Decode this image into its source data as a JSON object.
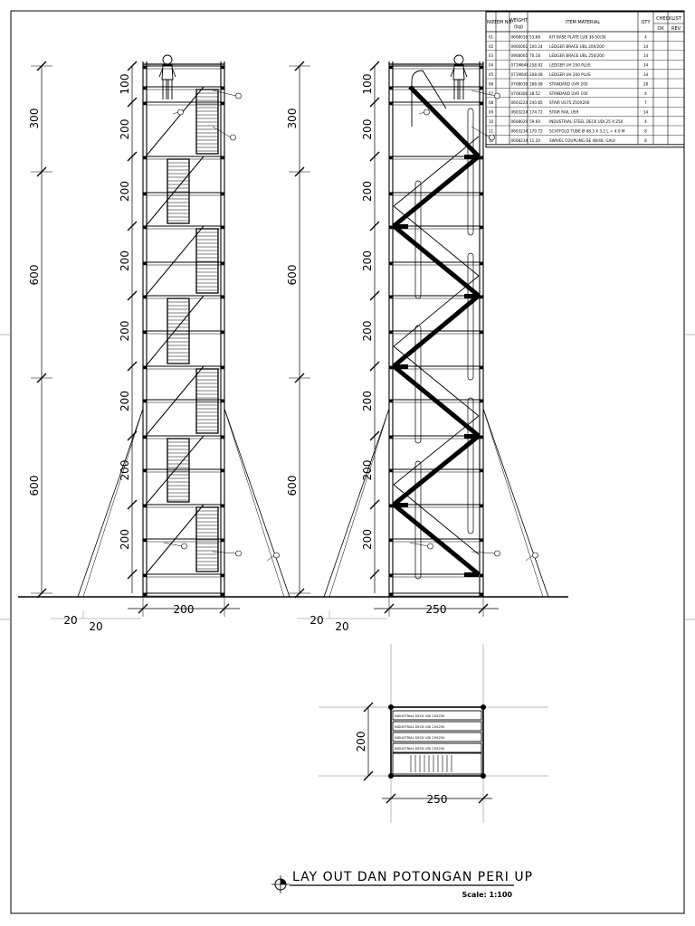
{
  "bom": {
    "headers": {
      "no": "NO.",
      "item_no": "ITEM NO.",
      "weight": "WEIGHT",
      "weight_unit": "(kg)",
      "item_material": "ITEM MATERIAL",
      "qty": "QTY",
      "checklist": "CHECKLIST",
      "ok": "OK",
      "rev": "REV"
    },
    "rows": [
      {
        "no": "01",
        "item": "0608016",
        "weight": "53.68",
        "material": "KIT BASE PLATE LUB 38-50/30",
        "qty": "4"
      },
      {
        "no": "02",
        "item": "0900061",
        "weight": "100.24",
        "material": "LEDGER BRACE UBL 200/200",
        "qty": "14"
      },
      {
        "no": "03",
        "item": "0908065",
        "weight": "70.18",
        "material": "LEDGER BRACE UBL 250/200",
        "qty": "14"
      },
      {
        "no": "04",
        "item": "071M648",
        "weight": "258.92",
        "material": "LEDGER UH 250 PLUS",
        "qty": "34"
      },
      {
        "no": "05",
        "item": "071M645",
        "weight": "208.08",
        "material": "LEDGER UH 200 PLUS",
        "qty": "34"
      },
      {
        "no": "06",
        "item": "0708039",
        "weight": "288.08",
        "material": "STANDARD UVR 200",
        "qty": "28"
      },
      {
        "no": "07",
        "item": "0708306",
        "weight": "28.52",
        "material": "STANDARD UVR 100",
        "qty": "4"
      },
      {
        "no": "08",
        "item": "0603224",
        "weight": "240.85",
        "material": "STAIR US75 250X200",
        "qty": "7"
      },
      {
        "no": "09",
        "item": "0603224",
        "weight": "174.72",
        "material": "STAIR RAIL USR",
        "qty": "14"
      },
      {
        "no": "10",
        "item": "0608029",
        "weight": "59.60",
        "material": "INDUSTRIAL STEEL DECK UDI 25 X 250",
        "qty": "4"
      },
      {
        "no": "11",
        "item": "0603234",
        "weight": "170.72",
        "material": "SCAFFOLD TUBE Ø 48.3 X 3.2 L = 4.0 M",
        "qty": "8"
      },
      {
        "no": "12",
        "item": "0608234",
        "weight": "11.20",
        "material": "SWIVEL COUPLING DE 48/48, GALV",
        "qty": "8"
      }
    ]
  },
  "elevation_left": {
    "outer_dims": [
      "300",
      "600",
      "600"
    ],
    "level_dims": [
      "100",
      "200",
      "200",
      "200",
      "200",
      "200",
      "200",
      "200"
    ],
    "width_dim": "200",
    "offset_dims": [
      "20",
      "20"
    ]
  },
  "elevation_right": {
    "outer_dims": [
      "300",
      "600",
      "600"
    ],
    "level_dims": [
      "100",
      "200",
      "200",
      "200",
      "200",
      "200",
      "200",
      "200"
    ],
    "width_dim": "250",
    "offset_dims": [
      "20",
      "20"
    ]
  },
  "plan": {
    "height_dim": "200",
    "width_dim": "250",
    "deck_labels": [
      "INDUSTRIAL DECK UDI 25X250",
      "INDUSTRIAL DECK UDI 25X250",
      "INDUSTRIAL DECK UDI 25X250",
      "INDUSTRIAL DECK UDI 25X250"
    ]
  },
  "title_block": {
    "title": "LAY OUT DAN POTONGAN PERI UP",
    "scale": "Scale: 1:100"
  }
}
